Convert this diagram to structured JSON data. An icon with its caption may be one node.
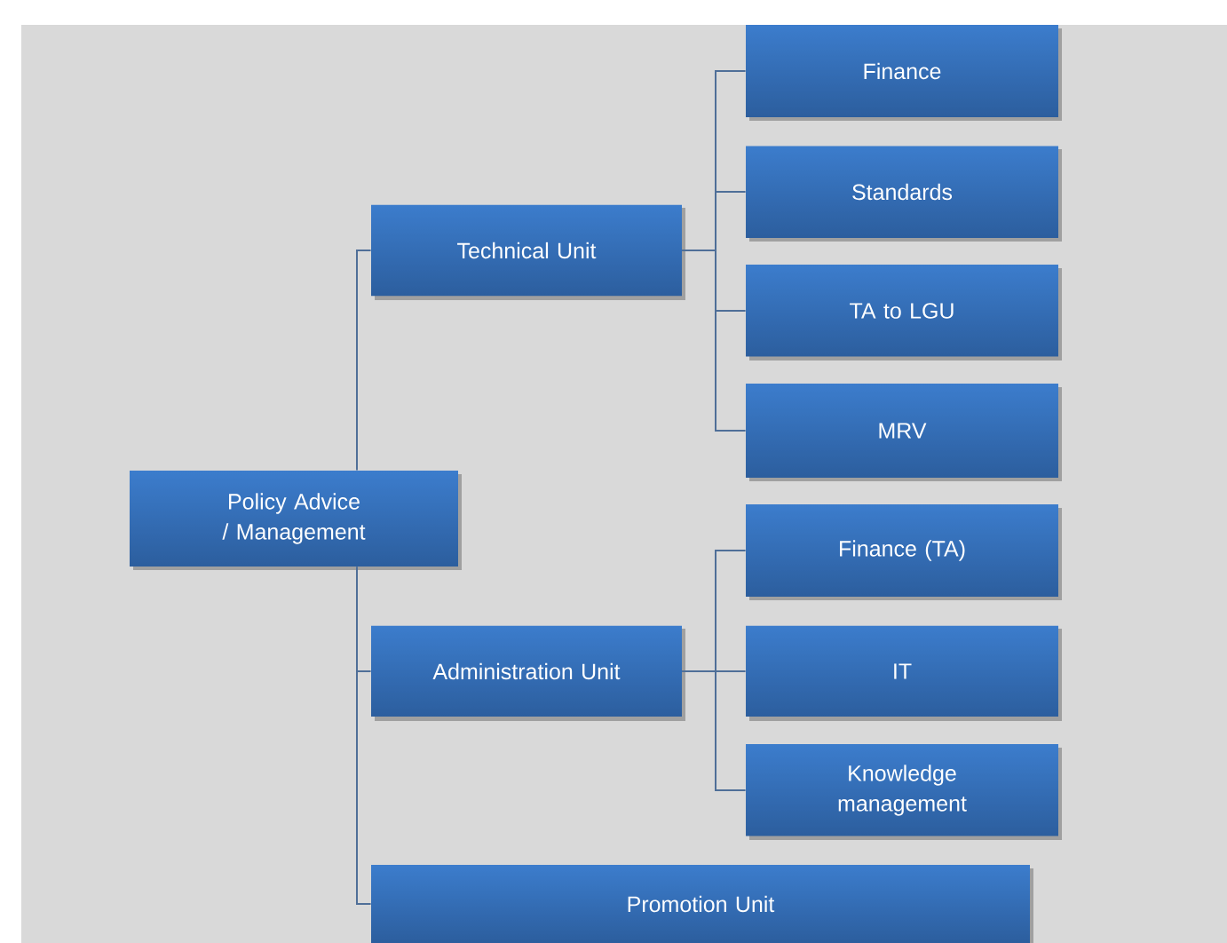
{
  "diagram": {
    "nodes": [
      {
        "text": [
          "Policy Advice / Management"
        ]
      },
      {
        "text": [
          "Technical Unit"
        ]
      },
      {
        "text": [
          "Finance"
        ]
      },
      {
        "text": [
          "Standards"
        ]
      },
      {
        "text": [
          "TA to LGU"
        ]
      },
      {
        "text": [
          "MRV"
        ]
      },
      {
        "text": [
          "Administration Unit"
        ]
      },
      {
        "text": [
          "Finance (TA)"
        ]
      },
      {
        "text": [
          "IT"
        ]
      },
      {
        "text": [
          "Knowledge management"
        ]
      },
      {
        "text": [
          "Promotion Unit"
        ]
      }
    ],
    "edges": [
      {
        "from": 0,
        "to": 1,
        "arrow": "none"
      },
      {
        "from": 1,
        "to": 2,
        "arrow": "none"
      },
      {
        "from": 1,
        "to": 3,
        "arrow": "none"
      },
      {
        "from": 1,
        "to": 4,
        "arrow": "none"
      },
      {
        "from": 1,
        "to": 5,
        "arrow": "none"
      },
      {
        "from": 0,
        "to": 6,
        "arrow": "none"
      },
      {
        "from": 6,
        "to": 7,
        "arrow": "none"
      },
      {
        "from": 6,
        "to": 8,
        "arrow": "none"
      },
      {
        "from": 6,
        "to": 9,
        "arrow": "none"
      },
      {
        "from": 0,
        "to": 10,
        "arrow": "none"
      }
    ]
  }
}
